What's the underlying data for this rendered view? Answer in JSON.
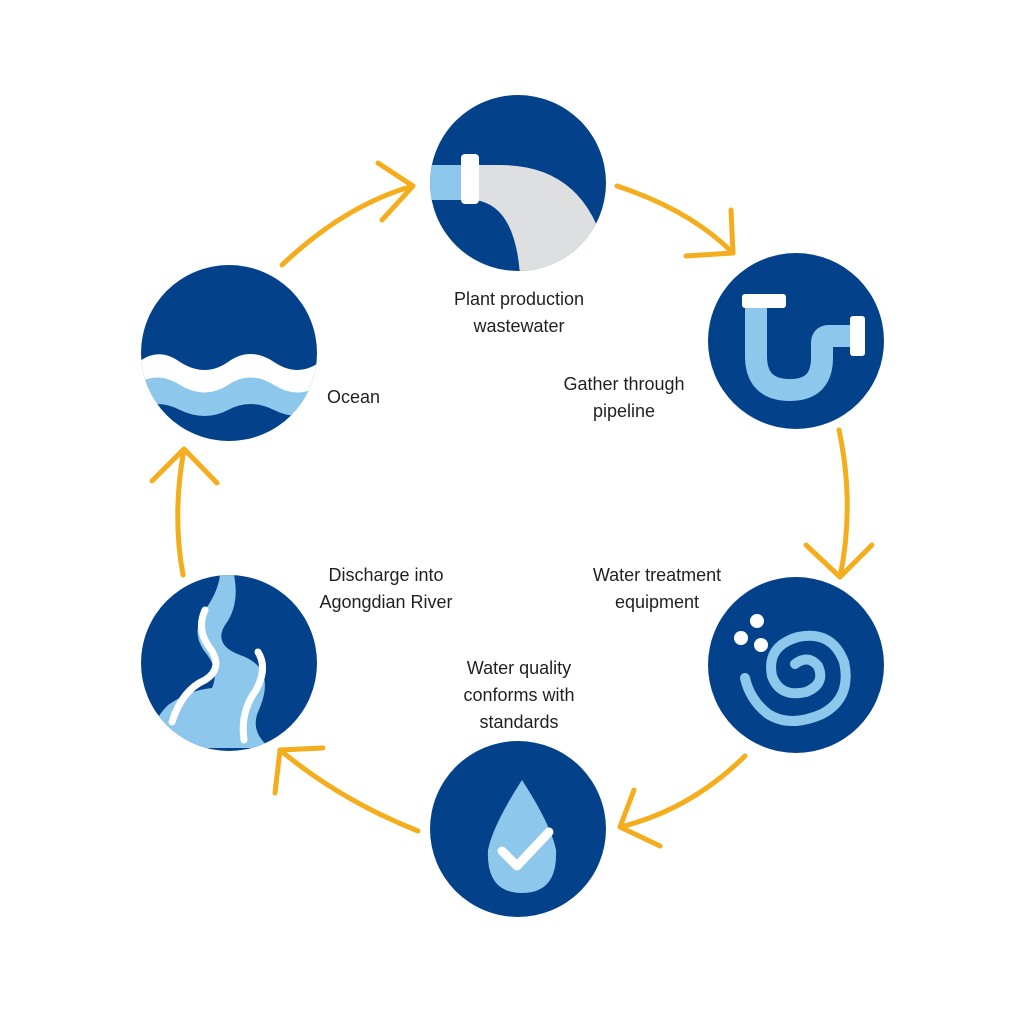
{
  "colors": {
    "navy": "#03428a",
    "light_blue": "#8ec7ec",
    "arrow": "#f4ad1c",
    "pipe_grey": "#dedfe0",
    "white": "#ffffff",
    "text": "#231f20"
  },
  "steps": [
    {
      "icon": "faucet-pipe-icon",
      "label_lines": [
        "Plant production",
        "wastewater"
      ]
    },
    {
      "icon": "pipe-trap-icon",
      "label_lines": [
        "Gather through",
        "pipeline"
      ]
    },
    {
      "icon": "treatment-swirl-icon",
      "label_lines": [
        "Water treatment",
        "equipment"
      ]
    },
    {
      "icon": "water-drop-check-icon",
      "label_lines": [
        "Water quality",
        "conforms with",
        "standards"
      ]
    },
    {
      "icon": "river-icon",
      "label_lines": [
        "Discharge into",
        "Agongdian River"
      ]
    },
    {
      "icon": "ocean-waves-icon",
      "label_lines": [
        "Ocean"
      ]
    }
  ]
}
